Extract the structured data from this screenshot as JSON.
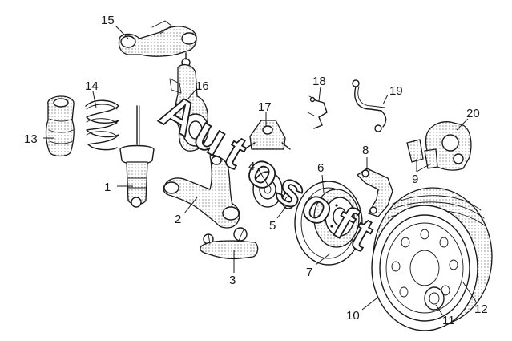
{
  "callouts": [
    {
      "id": "1",
      "label": "1"
    },
    {
      "id": "2",
      "label": "2"
    },
    {
      "id": "3",
      "label": "3"
    },
    {
      "id": "4",
      "label": "4"
    },
    {
      "id": "5",
      "label": "5"
    },
    {
      "id": "6",
      "label": "6"
    },
    {
      "id": "7",
      "label": "7"
    },
    {
      "id": "8",
      "label": "8"
    },
    {
      "id": "9",
      "label": "9"
    },
    {
      "id": "10",
      "label": "10"
    },
    {
      "id": "11",
      "label": "11"
    },
    {
      "id": "12",
      "label": "12"
    },
    {
      "id": "13",
      "label": "13"
    },
    {
      "id": "14",
      "label": "14"
    },
    {
      "id": "15",
      "label": "15"
    },
    {
      "id": "16",
      "label": "16"
    },
    {
      "id": "17",
      "label": "17"
    },
    {
      "id": "18",
      "label": "18"
    },
    {
      "id": "19",
      "label": "19"
    },
    {
      "id": "20",
      "label": "20"
    }
  ],
  "watermark": {
    "letters": [
      "A",
      "u",
      "t",
      "o",
      "s",
      "o",
      "f",
      "t"
    ],
    "color": "#ffffff",
    "outline_color": "#1a1a1a"
  },
  "palette": {
    "ink": "#1a1a1a",
    "background": "#ffffff"
  }
}
